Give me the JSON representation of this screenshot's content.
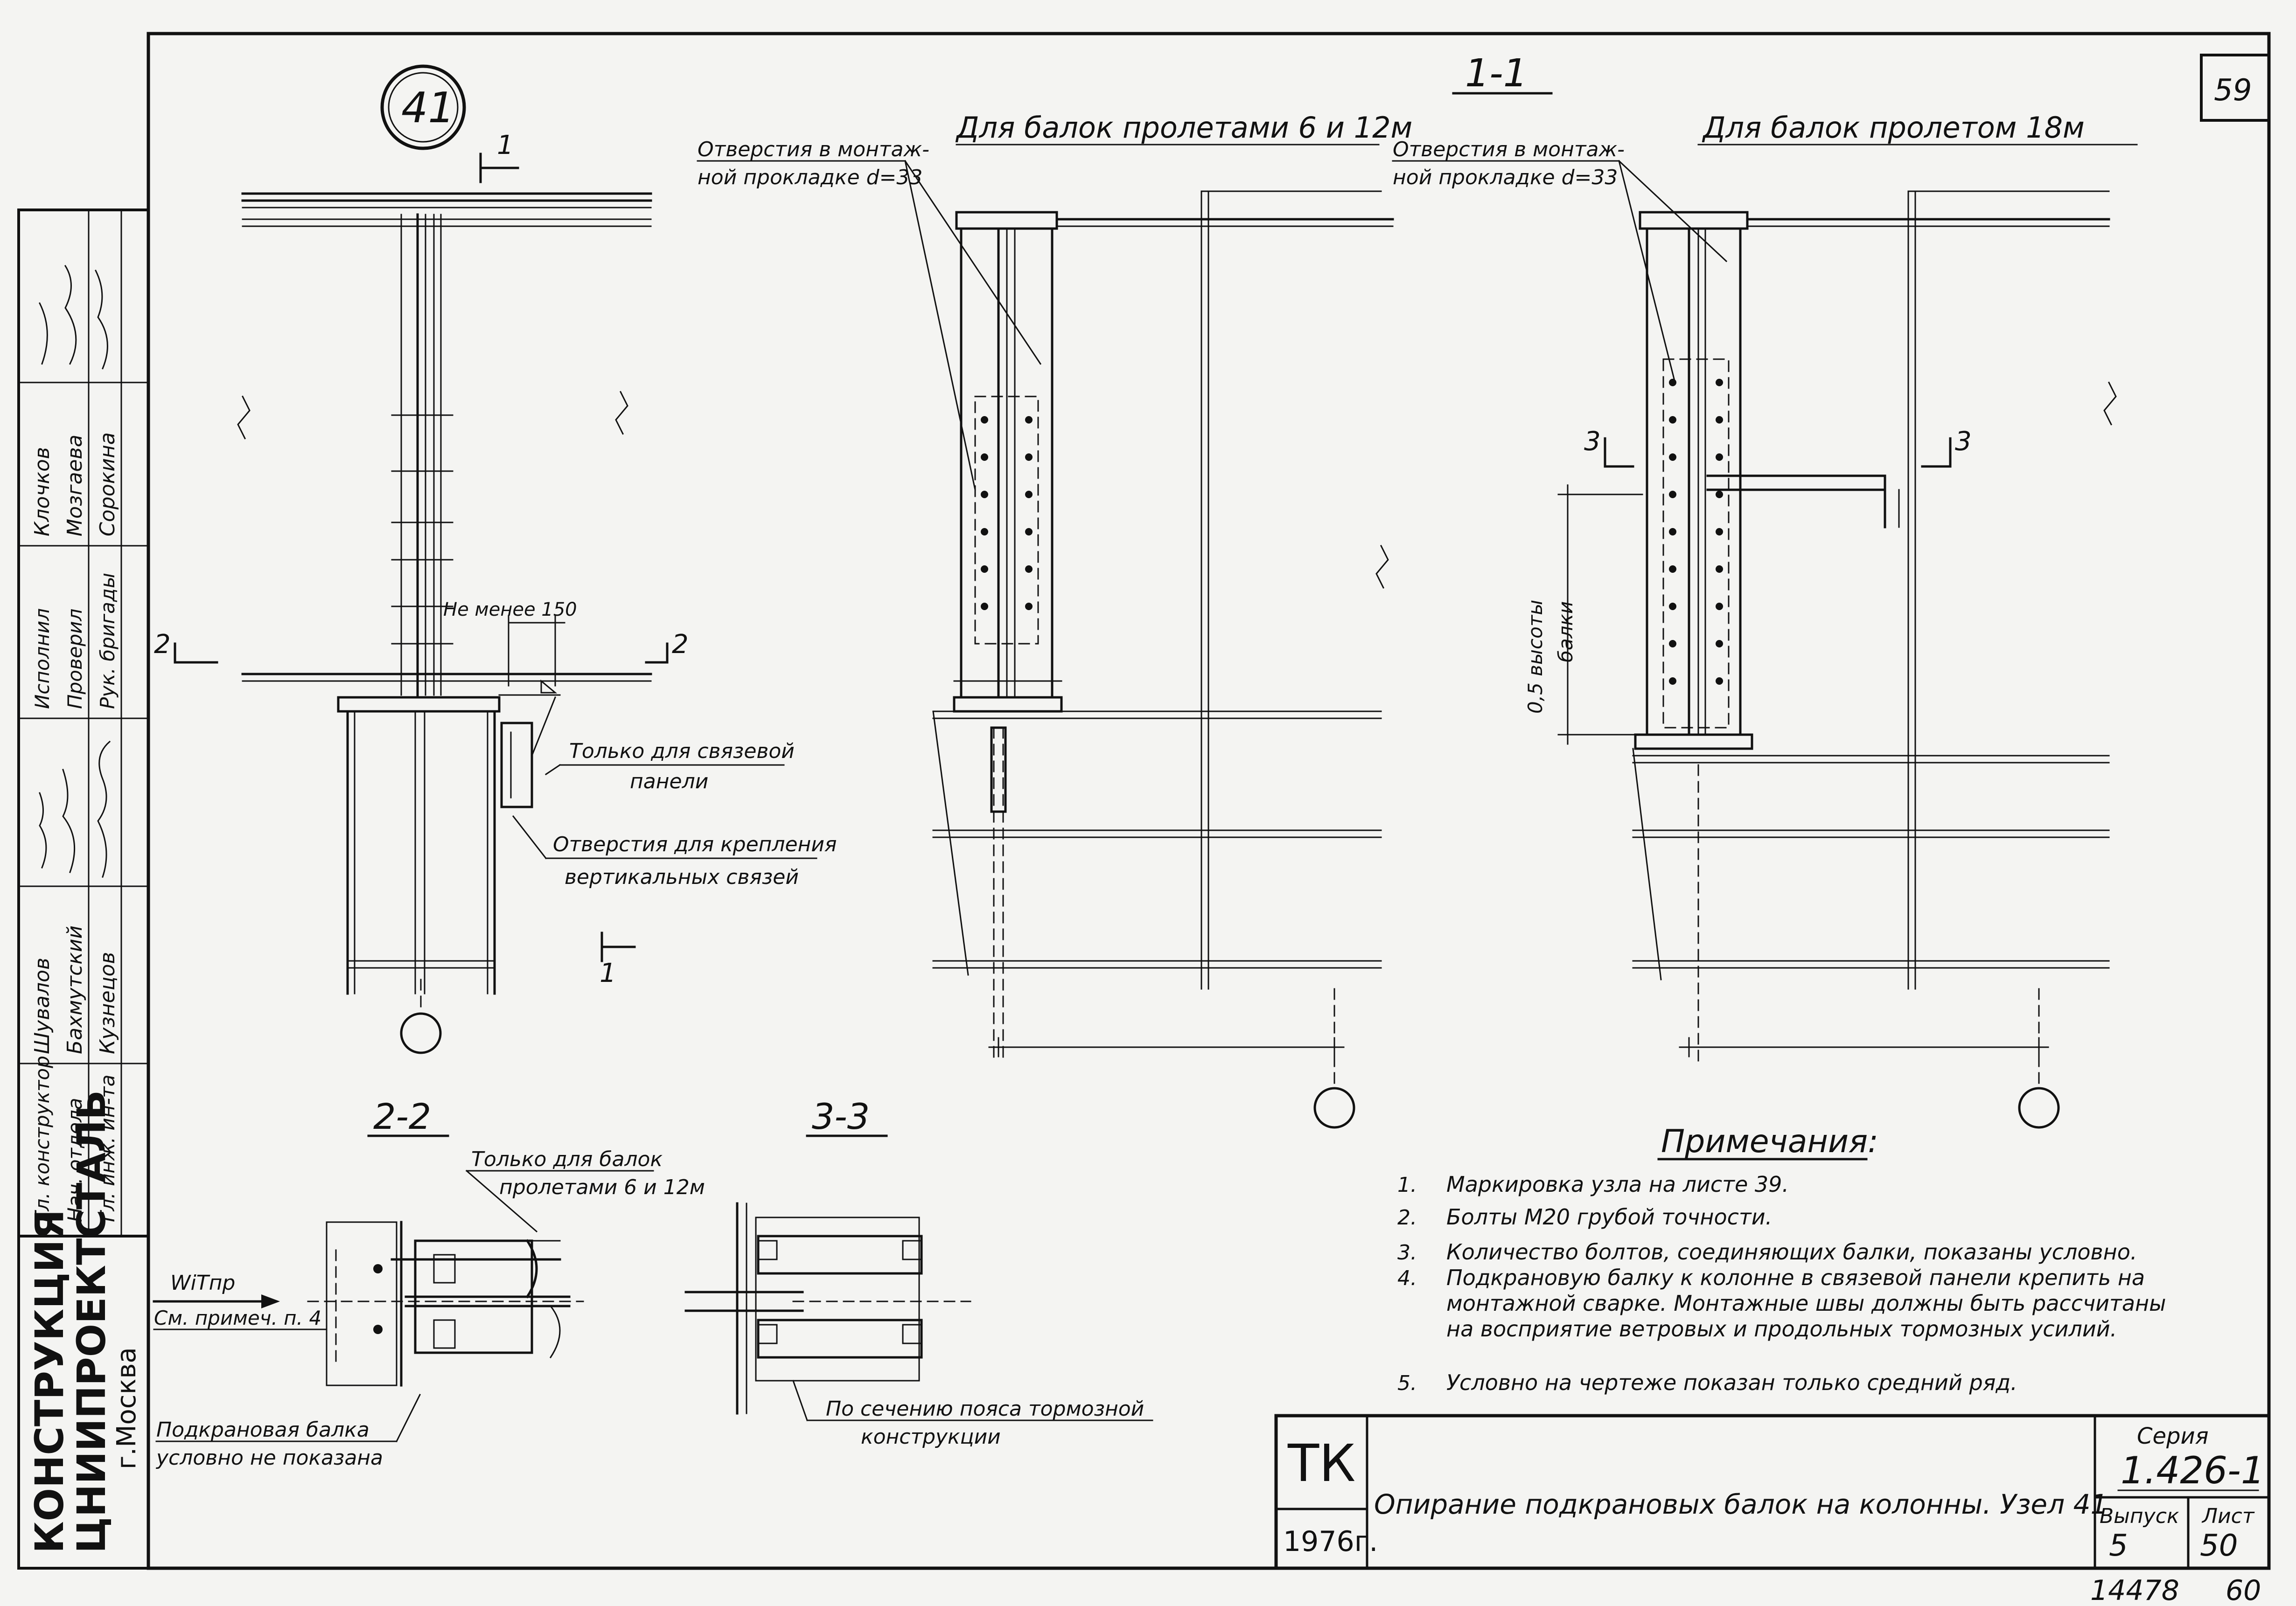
{
  "sheet": {
    "sheet_no_corner": "59",
    "node_marker": "41",
    "bottom_handwritten": "14478",
    "bottom_handwritten_2": "60"
  },
  "section_labels": {
    "s11": "1-1",
    "s22": "2-2",
    "s33": "3-3",
    "cut1": "1",
    "cut2": "2",
    "cut3": "3"
  },
  "views": {
    "span_6_12": "Для балок   пролетами 6 и 12м",
    "span_18": "Для  балок  пролетом 18м"
  },
  "callouts": {
    "holes_pad_1": "Отверстия в монтаж-",
    "holes_pad_2": "ной прокладке d=33",
    "not_less": "Не менее 150",
    "only_bracing_1": "Только для связевой",
    "only_bracing_2": "панели",
    "holes_vert_1": "Отверстия для крепления",
    "holes_vert_2": "вертикальных связей",
    "half_height_1": "0,5  высоты",
    "half_height_2": "балки",
    "only_beams_1": "Только для балок",
    "only_beams_2": "пролетами 6 и 12м",
    "wind": "WiTпр",
    "see_note": "См. примеч. п. 4",
    "crane_beam_1": "Подкрановая балка",
    "crane_beam_2": "условно не показана",
    "section_belt_1": "По сечению  пояса  тормозной",
    "section_belt_2": "конструкции"
  },
  "notes": {
    "title": "Примечания:",
    "items": [
      {
        "n": "1.",
        "t": "Маркировка  узла  на листе 39."
      },
      {
        "n": "2.",
        "t": "Болты  М20  грубой  точности."
      },
      {
        "n": "3.",
        "t": "Количество болтов,  соединяющих  балки, показаны  условно."
      },
      {
        "n": "4.",
        "t": "Подкрановую  балку   к колонне  в связевой  панели  крепить  на"
      },
      {
        "n": "",
        "t": "монтажной  сварке.  Монтажные швы  должны  быть  рассчитаны"
      },
      {
        "n": "",
        "t": "на восприятие  ветровых  и продольных  тормозных  усилий."
      },
      {
        "n": "5.",
        "t": "Условно  на чертеже   показан  только   средний  ряд."
      }
    ]
  },
  "title_block": {
    "code": "ТК",
    "year": "1976г.",
    "title": "Опирание  подкрановых  балок на колонны.  Узел 41",
    "series_label": "Серия",
    "series_value": "1.426-1",
    "issue_label": "Выпуск",
    "issue_value": "5",
    "sheet_label": "Лист",
    "sheet_value": "50"
  },
  "org": {
    "line1": "ЦНИИПРОЕКТСТАЛЬКОНСТРУКЦИЯ",
    "line1a": "ЦНИИПРОЕКТСТАЛЬ",
    "line1b": "КОНСТРУКЦИЯ",
    "city": "г.Москва"
  },
  "signatures": {
    "roles": [
      "Гл. инж. ин-та",
      "Нач. отдела",
      "Гл. конструктор",
      "Рук. бригады",
      "Проверил",
      "Исполнил"
    ],
    "names": [
      "Кузнецов",
      "Бахмутский",
      "Шувалов",
      "Сорокина",
      "Мозгаева",
      "Клочков"
    ]
  }
}
